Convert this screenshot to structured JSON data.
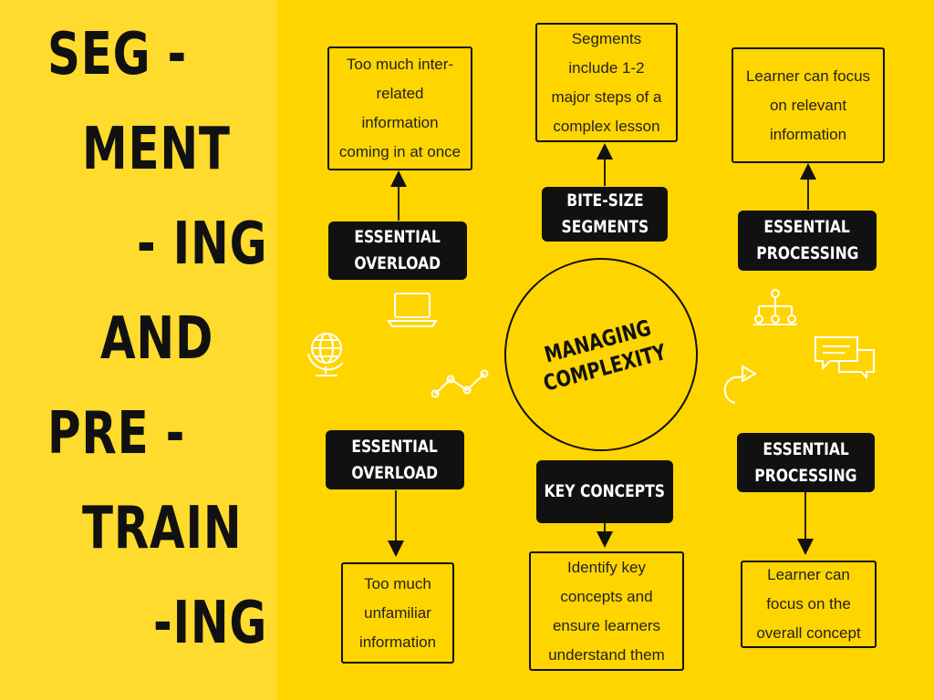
{
  "title": {
    "lines": [
      "SEG -",
      "MENT",
      "- ING",
      "AND",
      "PRE -",
      "TRAIN",
      "-ING"
    ]
  },
  "center": {
    "lines": [
      "MANAGING",
      "COMPLEXITY"
    ]
  },
  "nodes": {
    "top_left": {
      "label": [
        "ESSENTIAL",
        "OVERLOAD"
      ],
      "text": [
        "Too much inter-",
        "related",
        "information",
        "coming in at once"
      ]
    },
    "top_center": {
      "label": [
        "BITE-SIZE",
        "SEGMENTS"
      ],
      "text": [
        "Segments",
        "include 1-2",
        "major steps of a",
        "complex lesson"
      ]
    },
    "top_right": {
      "label": [
        "ESSENTIAL",
        "PROCESSING"
      ],
      "text": [
        "Learner can focus",
        "on relevant",
        "information"
      ]
    },
    "bottom_left": {
      "label": [
        "ESSENTIAL",
        "OVERLOAD"
      ],
      "text": [
        "Too much",
        "unfamiliar",
        "information"
      ]
    },
    "bottom_center": {
      "label": [
        "KEY CONCEPTS"
      ],
      "text": [
        "Identify key",
        "concepts and",
        "ensure learners",
        "understand them"
      ]
    },
    "bottom_right": {
      "label": [
        "ESSENTIAL",
        "PROCESSING"
      ],
      "text": [
        "Learner can",
        "focus on the",
        "overall concept"
      ]
    }
  },
  "icons": [
    "laptop-icon",
    "globe-icon",
    "line-graph-icon",
    "hierarchy-icon",
    "chat-bubbles-icon",
    "refresh-arrow-icon"
  ],
  "colors": {
    "background": "#ffd500",
    "left_panel": "#ffdb2e",
    "ink": "#111111",
    "icon": "#ffffff"
  }
}
